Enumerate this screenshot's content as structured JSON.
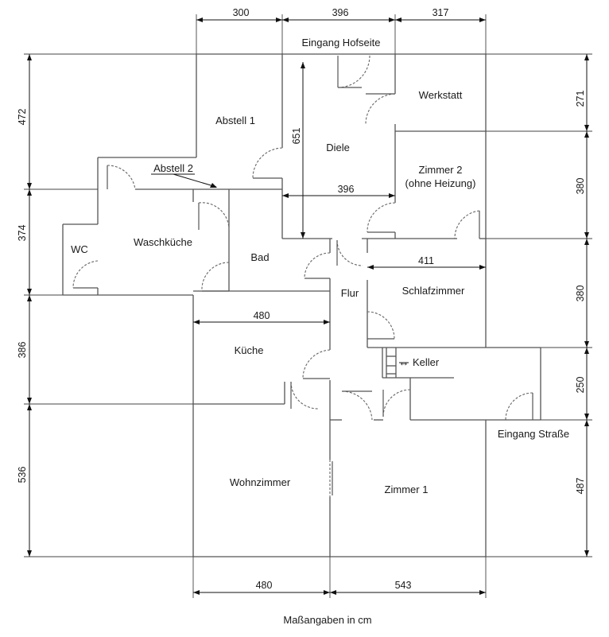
{
  "rooms": {
    "abstell1": "Abstell 1",
    "diele": "Diele",
    "werkstatt": "Werkstatt",
    "zimmer2_line1": "Zimmer 2",
    "zimmer2_line2": "(ohne Heizung)",
    "abstell2": "Abstell 2",
    "wc": "WC",
    "waschkueche": "Waschküche",
    "bad": "Bad",
    "flur": "Flur",
    "schlafzimmer": "Schlafzimmer",
    "kueche": "Küche",
    "keller": "Keller",
    "wohnzimmer": "Wohnzimmer",
    "zimmer1": "Zimmer 1"
  },
  "entrances": {
    "hofseite": "Eingang Hofseite",
    "strasse": "Eingang Straße"
  },
  "keller_arrow": "↔",
  "dimensions": {
    "top": [
      "300",
      "396",
      "317"
    ],
    "bottom": [
      "480",
      "543"
    ],
    "left": [
      "472",
      "374",
      "386",
      "536"
    ],
    "right": [
      "271",
      "380",
      "380",
      "250",
      "487"
    ],
    "inner_diele_width": "396",
    "inner_diele_height": "651",
    "inner_schlaf_width": "411",
    "inner_kueche_width": "480"
  },
  "footer": "Maßangaben in cm"
}
